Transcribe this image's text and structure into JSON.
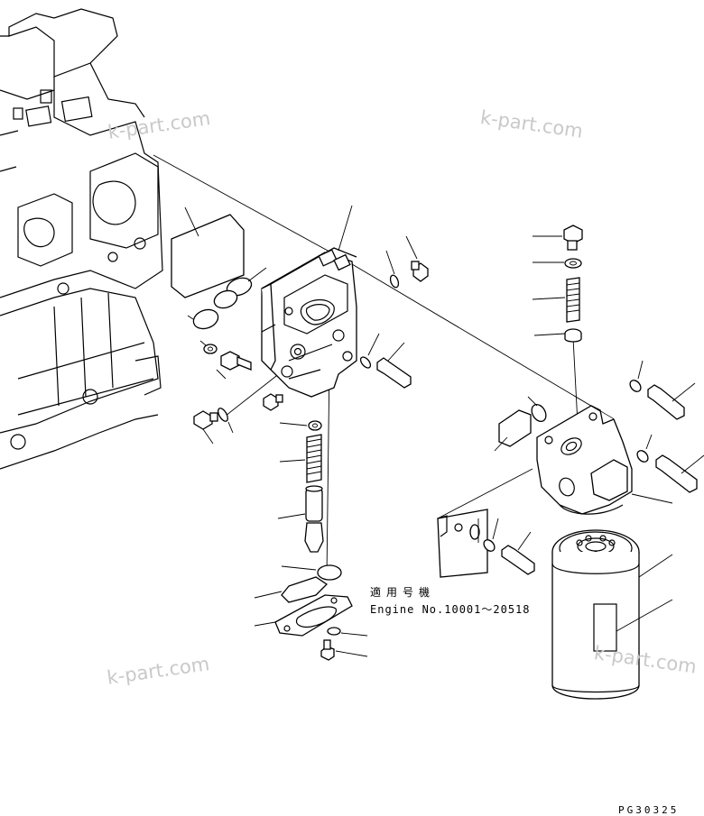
{
  "watermarks": [
    "k-part.com",
    "k-part.com",
    "k-part.com",
    "k-part.com"
  ],
  "applicability": {
    "label": "適用号機",
    "engine_range": "Engine No.10001～20518"
  },
  "page_code": "PG30325"
}
